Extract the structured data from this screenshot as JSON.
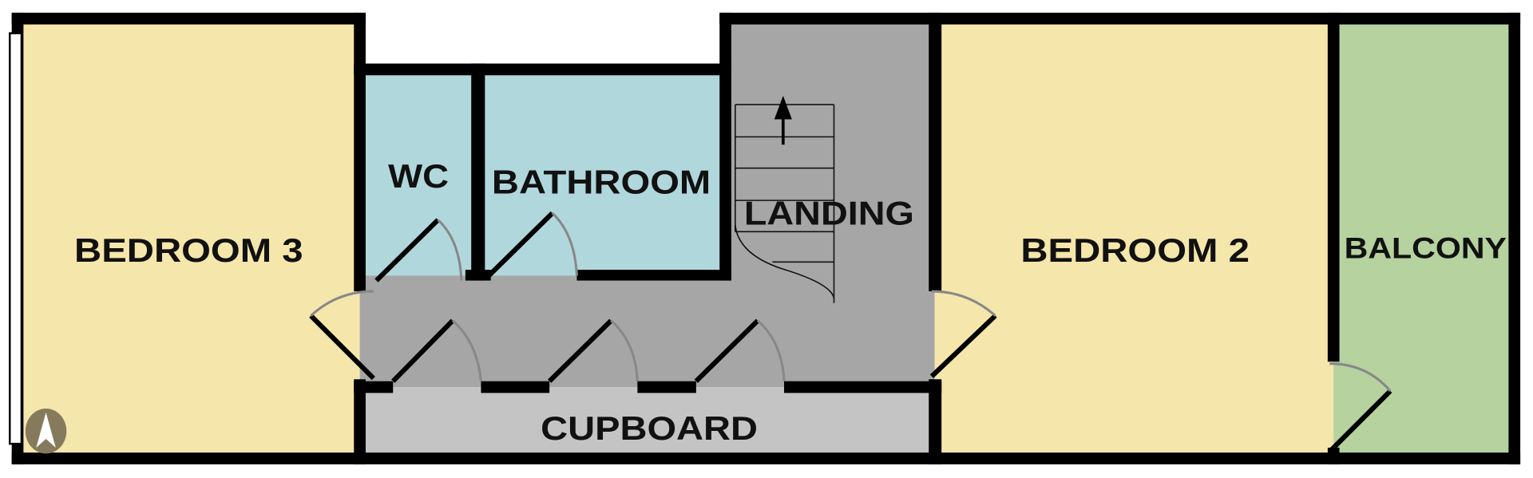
{
  "plan": {
    "rooms": [
      {
        "id": "bedroom-3",
        "label": "BEDROOM 3"
      },
      {
        "id": "wc",
        "label": "WC"
      },
      {
        "id": "bathroom",
        "label": "BATHROOM"
      },
      {
        "id": "landing",
        "label": "LANDING"
      },
      {
        "id": "cupboard",
        "label": "CUPBOARD"
      },
      {
        "id": "bedroom-2",
        "label": "BEDROOM 2"
      },
      {
        "id": "balcony",
        "label": "BALCONY"
      }
    ],
    "colors": {
      "bedroom": "#f5e6ab",
      "wet": "#b0d8dc",
      "landing": "#a6a6a6",
      "cupboard": "#c4c4c4",
      "balcony": "#b5d29f",
      "compass": "#857a5c"
    },
    "icons": [
      "compass-north-icon",
      "stairs-up-arrow-icon"
    ]
  }
}
